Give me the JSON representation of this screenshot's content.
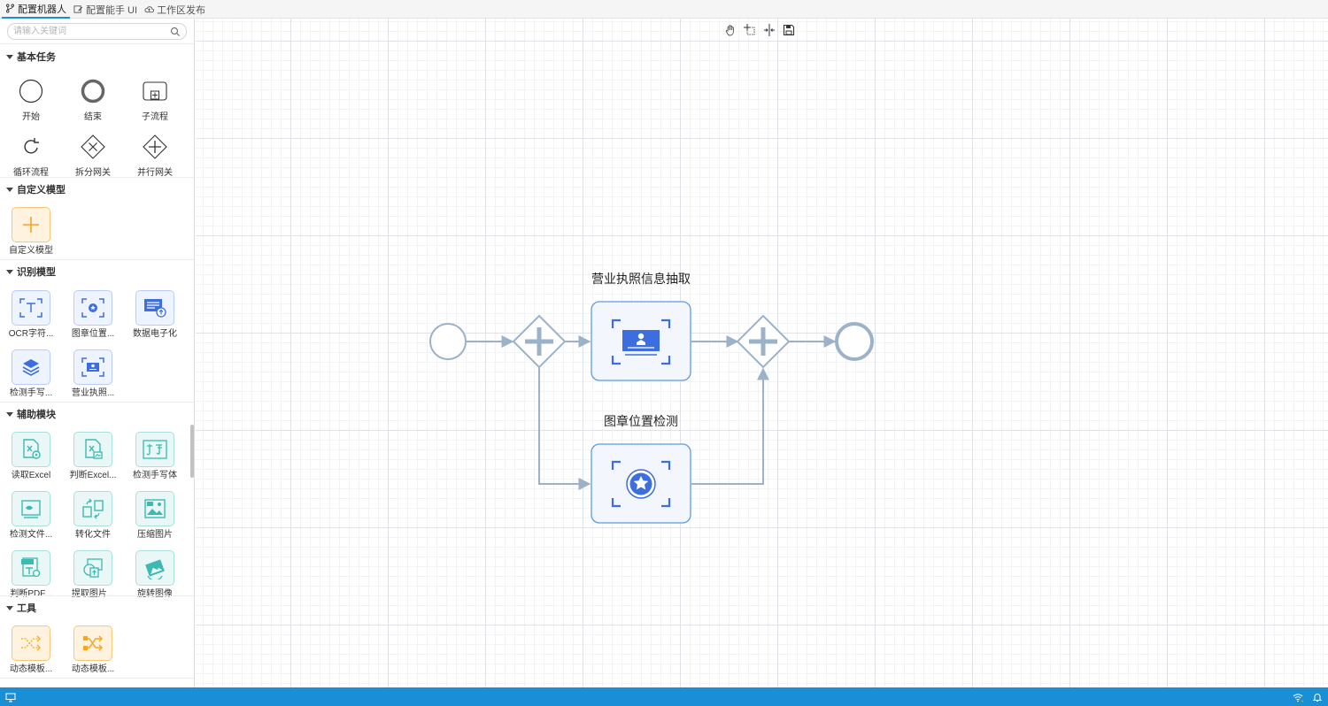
{
  "tabs": [
    {
      "label": "配置机器人",
      "icon": "branch-icon"
    },
    {
      "label": "配置能手 UI",
      "icon": "edit-icon"
    },
    {
      "label": "工作区发布",
      "icon": "cloud-icon"
    }
  ],
  "sidebar": {
    "search_placeholder": "请输入关键词",
    "sections": [
      {
        "title": "基本任务",
        "items": [
          {
            "label": "开始",
            "icon": "start-event-icon"
          },
          {
            "label": "结束",
            "icon": "end-event-icon"
          },
          {
            "label": "子流程",
            "icon": "subprocess-icon"
          },
          {
            "label": "循环流程",
            "icon": "loop-icon"
          },
          {
            "label": "拆分网关",
            "icon": "exclusive-gateway-icon"
          },
          {
            "label": "并行网关",
            "icon": "parallel-gateway-icon"
          }
        ]
      },
      {
        "title": "自定义模型",
        "items": [
          {
            "label": "自定义模型",
            "icon": "plus-icon"
          }
        ]
      },
      {
        "title": "识别模型",
        "items": [
          {
            "label": "OCR字符...",
            "icon": "ocr-icon"
          },
          {
            "label": "图章位置...",
            "icon": "stamp-detect-icon"
          },
          {
            "label": "数据电子化",
            "icon": "digitize-icon"
          },
          {
            "label": "检测手写...",
            "icon": "layers-icon"
          },
          {
            "label": "营业执照...",
            "icon": "license-icon"
          }
        ]
      },
      {
        "title": "辅助模块",
        "items": [
          {
            "label": "读取Excel",
            "icon": "excel-read-icon"
          },
          {
            "label": "判断Excel...",
            "icon": "excel-judge-icon"
          },
          {
            "label": "检测手写体",
            "icon": "handwriting-icon"
          },
          {
            "label": "检测文件...",
            "icon": "file-detect-icon"
          },
          {
            "label": "转化文件",
            "icon": "convert-file-icon"
          },
          {
            "label": "压缩图片",
            "icon": "compress-image-icon"
          },
          {
            "label": "判断PDF...",
            "icon": "pdf-icon"
          },
          {
            "label": "提取图片...",
            "icon": "extract-image-icon"
          },
          {
            "label": "旋转图像",
            "icon": "rotate-image-icon"
          }
        ]
      },
      {
        "title": "工具",
        "items": [
          {
            "label": "动态模板...",
            "icon": "shuffle-icon"
          },
          {
            "label": "动态模板...",
            "icon": "shuffle-icon"
          }
        ]
      }
    ]
  },
  "toolbar": [
    "hand-icon",
    "lasso-icon",
    "space-icon",
    "save-icon"
  ],
  "diagram": {
    "task_top_label": "营业执照信息抽取",
    "task_bottom_label": "图章位置检测"
  },
  "colors": {
    "accent": "#1a8fd6",
    "flow_line": "#9bb2c9",
    "task_border": "#5b9be0",
    "task_fill": "#f3f7fd",
    "icon_blue": "#3c6ee0",
    "icon_cyan": "#3cb9b0",
    "icon_orange": "#f5a623"
  }
}
